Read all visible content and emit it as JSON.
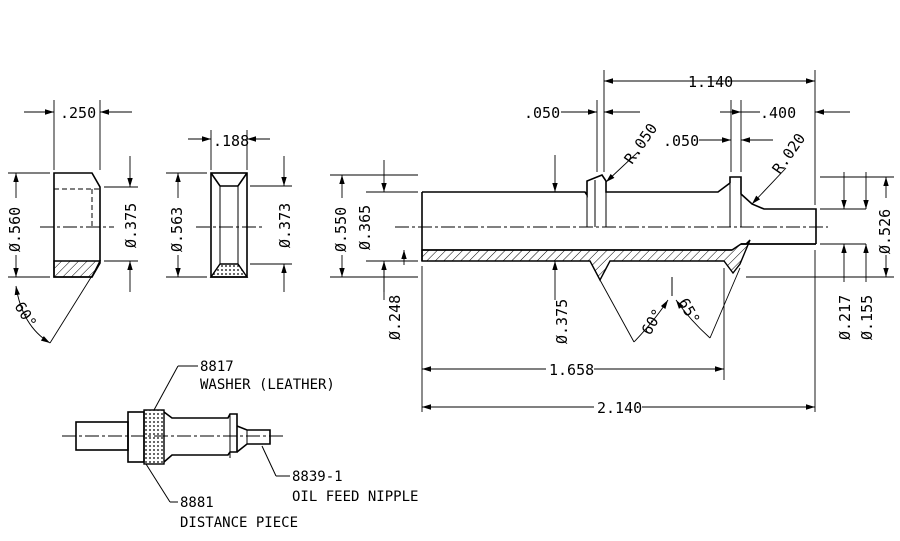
{
  "washer": {
    "width": ".250",
    "outer_dia": "Ø.560",
    "inner_dia": "Ø.375",
    "angle": "60°"
  },
  "distance_piece": {
    "width": ".188",
    "outer_dia": "Ø.563",
    "inner_dia": "Ø.373"
  },
  "nipple": {
    "length_1140": "1.140",
    "groove_050_a": ".050",
    "groove_050_b": ".050",
    "tip_400": ".400",
    "radius_050": "R.050",
    "radius_020": "R.020",
    "dia_550": "Ø.550",
    "dia_365": "Ø.365",
    "dia_526": "Ø.526",
    "dia_248": "Ø.248",
    "dia_375": "Ø.375",
    "angle_60": "60°",
    "angle_65": "65°",
    "dia_217": "Ø.217",
    "dia_155": "Ø.155",
    "length_1658": "1.658",
    "length_2140": "2.140"
  },
  "assembly": {
    "washer_part": "8817",
    "washer_name": "WASHER (LEATHER)",
    "spacer_part": "8881",
    "spacer_name": "DISTANCE PIECE",
    "nipple_part": "8839-1",
    "nipple_name": "OIL FEED NIPPLE"
  }
}
